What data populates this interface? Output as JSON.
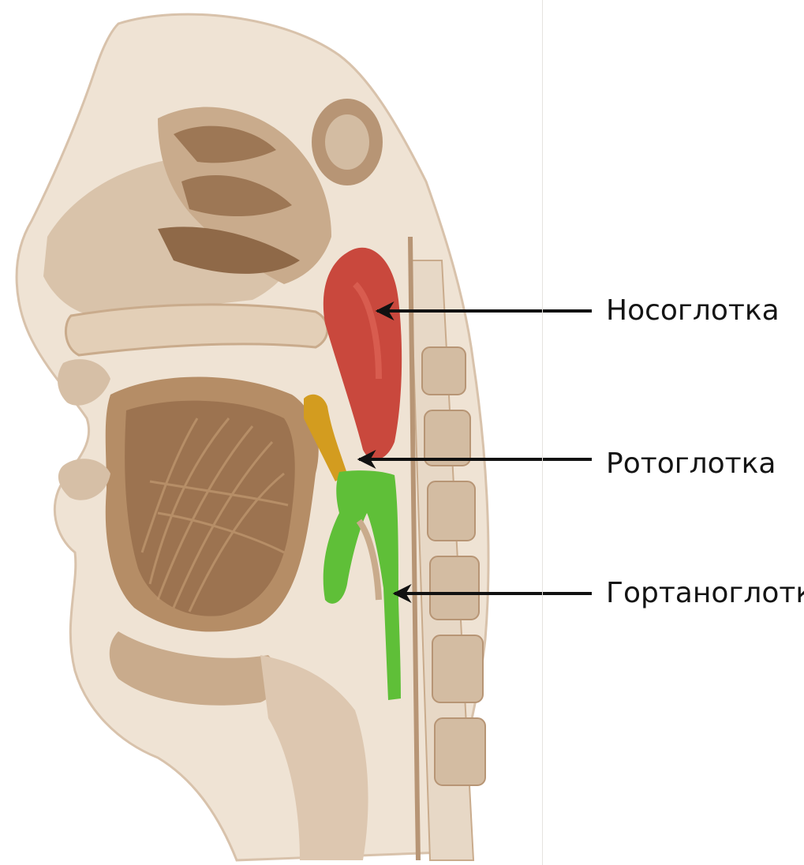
{
  "figure": {
    "labels": [
      {
        "id": "nasopharynx",
        "text": "Носоглотка"
      },
      {
        "id": "oropharynx",
        "text": "Ротоглотка"
      },
      {
        "id": "laryngopharynx",
        "text": "Гортаноглотка"
      }
    ]
  },
  "colors": {
    "nasopharynx": "#c9483d",
    "oropharynx": "#d39c1f",
    "laryngopharynx": "#5fbf38",
    "tissue_light": "#ede0d1",
    "tissue_mid": "#c9ab8c",
    "tissue_dark": "#9d7755",
    "arrow": "#111111"
  }
}
